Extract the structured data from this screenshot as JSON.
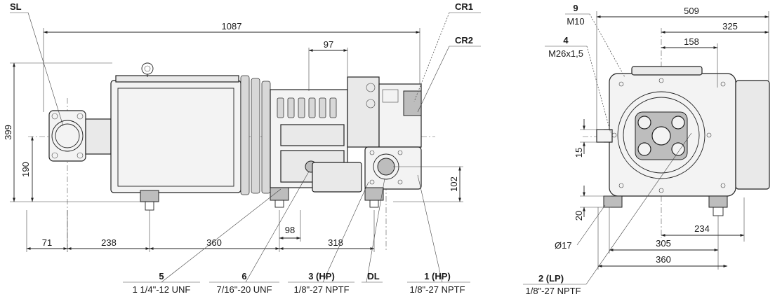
{
  "side_view": {
    "labels": {
      "sl": "SL",
      "cr1": "CR1",
      "cr2": "CR2",
      "dl": "DL"
    },
    "dims": {
      "overall_length": "1087",
      "d97": "97",
      "height": "399",
      "d190": "190",
      "d102": "102",
      "d98": "98",
      "d71": "71",
      "d238": "238",
      "d360": "360",
      "d318": "318"
    },
    "callouts": [
      {
        "num": "5",
        "spec": "1 1/4\"-12 UNF"
      },
      {
        "num": "6",
        "spec": "7/16\"-20 UNF"
      },
      {
        "num": "3 (HP)",
        "spec": "1/8\"-27 NPTF"
      },
      {
        "num": "1 (HP)",
        "spec": "1/8\"-27 NPTF"
      }
    ]
  },
  "end_view": {
    "callouts": [
      {
        "num": "9",
        "spec": "M10"
      },
      {
        "num": "4",
        "spec": "M26x1,5"
      },
      {
        "num": "2 (LP)",
        "spec": "1/8\"-27 NPTF"
      }
    ],
    "dims": {
      "d509": "509",
      "d325": "325",
      "d158": "158",
      "d15": "15",
      "d20": "20",
      "d234": "234",
      "hole": "Ø17",
      "d305": "305",
      "d360": "360"
    }
  }
}
